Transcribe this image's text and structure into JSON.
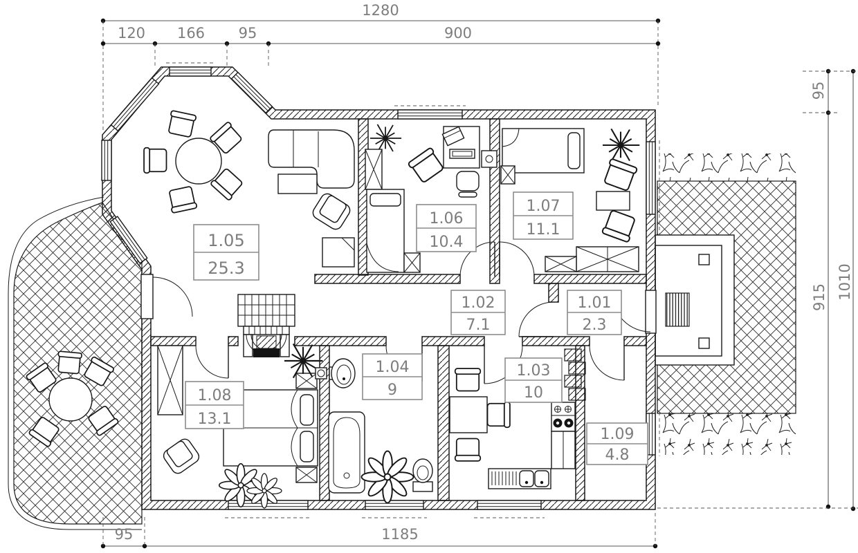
{
  "drawing": {
    "type": "architectural-floor-plan",
    "rooms": [
      {
        "id": "1.01",
        "area": "2.3"
      },
      {
        "id": "1.02",
        "area": "7.1"
      },
      {
        "id": "1.03",
        "area": "10"
      },
      {
        "id": "1.04",
        "area": "9"
      },
      {
        "id": "1.05",
        "area": "25.3"
      },
      {
        "id": "1.06",
        "area": "10.4"
      },
      {
        "id": "1.07",
        "area": "11.1"
      },
      {
        "id": "1.08",
        "area": "13.1"
      },
      {
        "id": "1.09",
        "area": "4.8"
      }
    ],
    "dimensions": {
      "top_total": "1280",
      "top_segments": [
        "120",
        "166",
        "95",
        "900"
      ],
      "right_segments": [
        "95",
        "915"
      ],
      "right_total": "1010",
      "bottom_segments": [
        "95",
        "1185"
      ]
    },
    "colors": {
      "line": "#1a1a1a",
      "text": "#7d7d7d",
      "paper": "#ffffff"
    }
  }
}
